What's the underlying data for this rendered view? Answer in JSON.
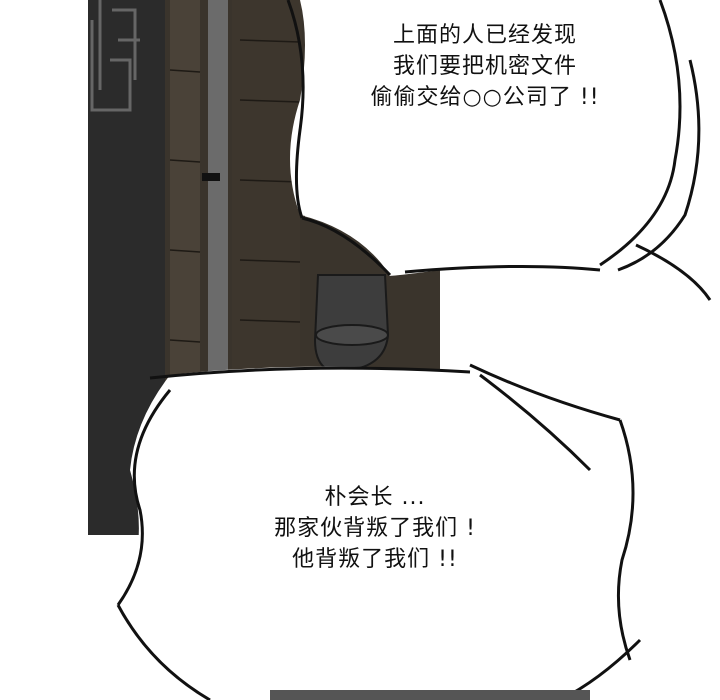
{
  "bubbles": [
    {
      "lines": [
        "上面的人已经发现",
        "我们要把机密文件",
        "偷偷交给○○公司了 !!"
      ]
    },
    {
      "lines": [
        "朴会长 ...",
        "那家伙背叛了我们 !",
        "他背叛了我们 !!"
      ]
    }
  ],
  "colors": {
    "ink": "#111111",
    "wall_dark": "#2b2b2b",
    "door_wood": "#3a342c",
    "toilet": "#3d3d3d",
    "paper": "#ffffff"
  }
}
